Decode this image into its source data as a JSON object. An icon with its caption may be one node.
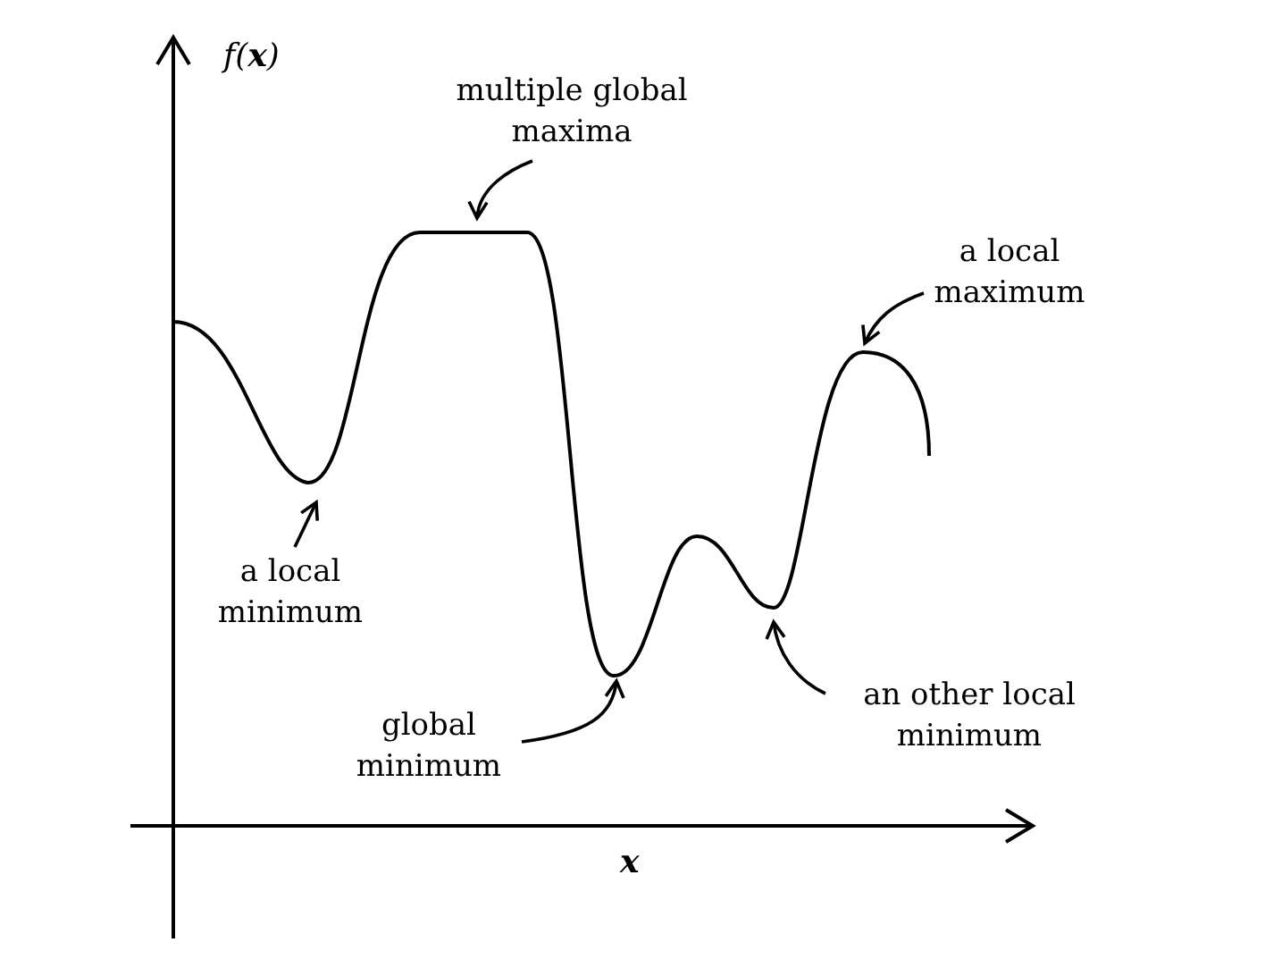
{
  "diagram": {
    "nodes": [
      {
        "text": [
          "multiple global maxima"
        ]
      },
      {
        "text": [
          "a local maximum"
        ]
      },
      {
        "text": [
          "a local minimum"
        ]
      },
      {
        "text": [
          "global minimum"
        ]
      },
      {
        "text": [
          "an other local minimum"
        ]
      }
    ],
    "edges": [
      {
        "from": 0,
        "to": null,
        "arrow": "to"
      },
      {
        "from": 1,
        "to": null,
        "arrow": "to"
      },
      {
        "from": 2,
        "to": null,
        "arrow": "to"
      },
      {
        "from": 3,
        "to": null,
        "arrow": "to"
      },
      {
        "from": 4,
        "to": null,
        "arrow": "to"
      }
    ],
    "labels": [
      "f(**x**)",
      "x"
    ]
  }
}
